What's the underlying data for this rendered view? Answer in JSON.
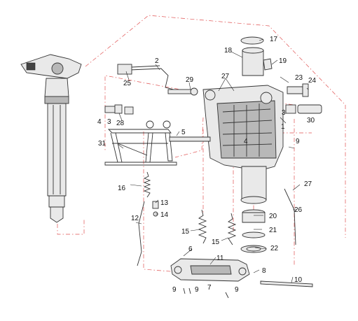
{
  "diagram": {
    "labels": {
      "p1": "1",
      "p2": "2",
      "p3a": "3",
      "p3b": "3",
      "p4a": "4",
      "p4b": "4",
      "p5": "5",
      "p6": "6",
      "p7": "7",
      "p8": "8",
      "p9a": "9",
      "p9b": "9",
      "p9c": "9",
      "p9d": "9",
      "p10": "10",
      "p11": "11",
      "p12": "12",
      "p13": "13",
      "p14": "14",
      "p15a": "15",
      "p15b": "15",
      "p16": "16",
      "p17": "17",
      "p18": "18",
      "p19": "19",
      "p20": "20",
      "p21": "21",
      "p22": "22",
      "p23": "23",
      "p24": "24",
      "p25": "25",
      "p26": "26",
      "p27a": "27",
      "p27b": "27",
      "p28": "28",
      "p29": "29",
      "p30": "30",
      "p31": "31"
    },
    "colors": {
      "line": "#333333",
      "dashed_guide": "#e05050"
    }
  }
}
